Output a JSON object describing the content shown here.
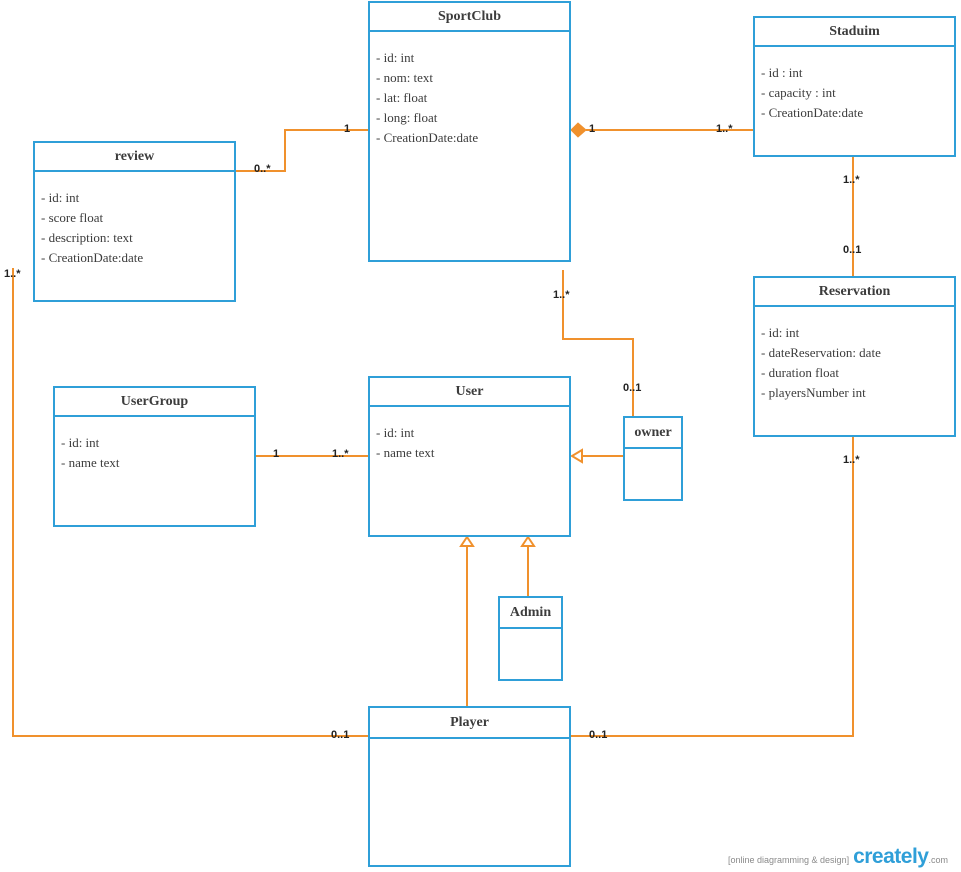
{
  "classes": {
    "sportclub": {
      "name": "SportClub",
      "attributes": [
        "- id: int",
        "- nom: text",
        "- lat: float",
        "- long: float",
        "- CreationDate:date"
      ]
    },
    "stadium": {
      "name": "Staduim",
      "attributes": [
        "- id : int",
        "- capacity : int",
        "- CreationDate:date"
      ]
    },
    "review": {
      "name": "review",
      "attributes": [
        "- id: int",
        "- score float",
        "- description: text",
        "- CreationDate:date"
      ]
    },
    "reservation": {
      "name": "Reservation",
      "attributes": [
        "- id: int",
        "- dateReservation: date",
        "- duration float",
        "- playersNumber int"
      ]
    },
    "usergroup": {
      "name": "UserGroup",
      "attributes": [
        "- id: int",
        "- name text"
      ]
    },
    "user": {
      "name": "User",
      "attributes": [
        "- id: int",
        "- name text"
      ]
    },
    "owner": {
      "name": "owner",
      "attributes": []
    },
    "admin": {
      "name": "Admin",
      "attributes": []
    },
    "player": {
      "name": "Player",
      "attributes": []
    }
  },
  "multiplicities": {
    "review_sportclub_sc": "1",
    "review_sportclub_rv": "0..*",
    "sportclub_stadium_sc": "1",
    "sportclub_stadium_st": "1..*",
    "stadium_reservation_st": "1..*",
    "stadium_reservation_rs": "0..1",
    "sportclub_owner_sc": "1..*",
    "sportclub_owner_ow": "0..1",
    "usergroup_user_ug": "1",
    "usergroup_user_us": "1..*",
    "review_player_rv": "1..*",
    "review_player_pl": "0..1",
    "reservation_player_rs": "1..*",
    "reservation_player_pl": "0..1"
  },
  "footer": {
    "tagline": "[online diagramming & design]",
    "brand": "creately",
    "brand_suffix": ".com"
  },
  "colors": {
    "class_border": "#2f9fd8",
    "connector": "#f0912d",
    "text": "#3c3c3c"
  }
}
